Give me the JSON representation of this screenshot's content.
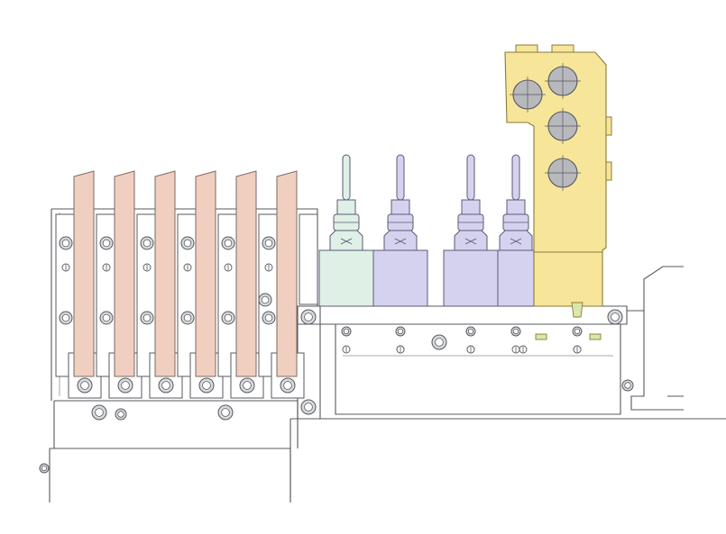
{
  "colors": {
    "background": "#ffffff",
    "line": "#55585d",
    "blade": "#f1cfc0",
    "blade_edge": "#7a6a63",
    "holder_green": "#dff0e6",
    "holder_purple": "#d4d2ef",
    "holder_edge": "#5c5a76",
    "post_yellow": "#f7e69a",
    "post_edge": "#8a7a3a",
    "bore_gray": "#b8b9bd",
    "screw_gray": "#d9dade",
    "dowel_green": "#d9e8a8"
  },
  "drawing": {
    "blade_count": 6,
    "tool_holder_count": 4,
    "tool_holder_fills": [
      "holder_green",
      "holder_purple",
      "holder_purple",
      "holder_purple"
    ],
    "tool_post_bore_count": 4
  }
}
